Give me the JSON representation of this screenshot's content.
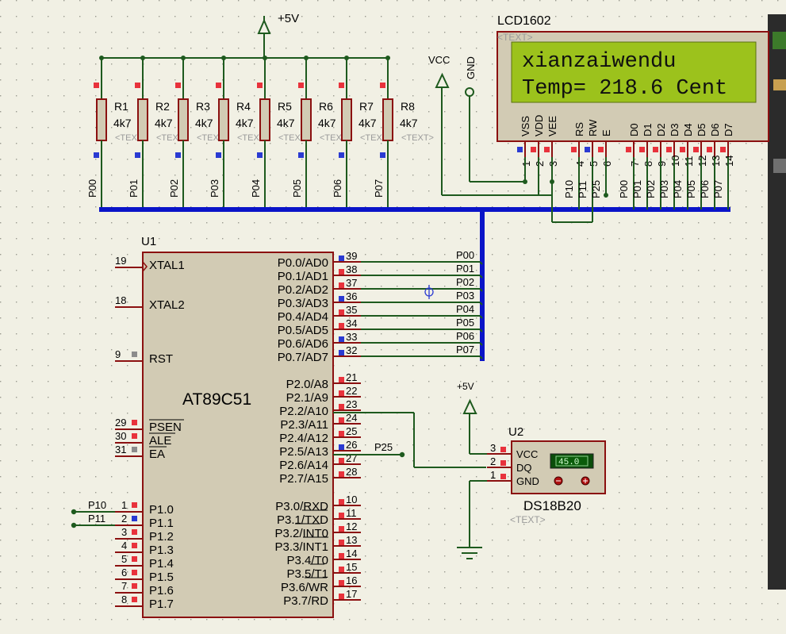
{
  "supply": {
    "plus5v_top": "+5V",
    "plus5v_sensor": "+5V",
    "vcc": "VCC",
    "gnd": "GND"
  },
  "resistors": [
    {
      "name": "R1",
      "value": "4k7",
      "text": "<TEXT>",
      "net": "P00"
    },
    {
      "name": "R2",
      "value": "4k7",
      "text": "<TEXT>",
      "net": "P01"
    },
    {
      "name": "R3",
      "value": "4k7",
      "text": "<TEXT>",
      "net": "P02"
    },
    {
      "name": "R4",
      "value": "4k7",
      "text": "<TEXT>",
      "net": "P03"
    },
    {
      "name": "R5",
      "value": "4k7",
      "text": "<TEXT>",
      "net": "P04"
    },
    {
      "name": "R6",
      "value": "4k7",
      "text": "<TEXT>",
      "net": "P05"
    },
    {
      "name": "R7",
      "value": "4k7",
      "text": "<TEXT>",
      "net": "P06"
    },
    {
      "name": "R8",
      "value": "4k7",
      "text": "<TEXT>",
      "net": "P07"
    }
  ],
  "lcd": {
    "name": "LCD1602",
    "text": "<TEXT>",
    "line1": "xianzaiwendu",
    "line2": "Temp= 218.6 Cent",
    "pins": [
      "VSS",
      "VDD",
      "VEE",
      "RS",
      "RW",
      "E",
      "D0",
      "D1",
      "D2",
      "D3",
      "D4",
      "D5",
      "D6",
      "D7"
    ],
    "pin_numbers": [
      "1",
      "2",
      "3",
      "4",
      "5",
      "6",
      "7",
      "8",
      "9",
      "10",
      "11",
      "12",
      "13",
      "14"
    ],
    "nets": [
      "P10",
      "P11",
      "P25",
      "P00",
      "P01",
      "P02",
      "P03",
      "P04",
      "P05",
      "P06",
      "P07"
    ]
  },
  "mcu": {
    "ref": "U1",
    "part": "AT89C51",
    "left_pins": [
      {
        "num": "19",
        "name": "XTAL1"
      },
      {
        "num": "18",
        "name": "XTAL2"
      },
      {
        "num": "9",
        "name": "RST"
      },
      {
        "num": "29",
        "name": "PSEN"
      },
      {
        "num": "30",
        "name": "ALE"
      },
      {
        "num": "31",
        "name": "EA"
      },
      {
        "num": "1",
        "name": "P1.0"
      },
      {
        "num": "2",
        "name": "P1.1"
      },
      {
        "num": "3",
        "name": "P1.2"
      },
      {
        "num": "4",
        "name": "P1.3"
      },
      {
        "num": "5",
        "name": "P1.4"
      },
      {
        "num": "6",
        "name": "P1.5"
      },
      {
        "num": "7",
        "name": "P1.6"
      },
      {
        "num": "8",
        "name": "P1.7"
      }
    ],
    "right_pins": [
      {
        "num": "39",
        "name": "P0.0/AD0",
        "net": "P00"
      },
      {
        "num": "38",
        "name": "P0.1/AD1",
        "net": "P01"
      },
      {
        "num": "37",
        "name": "P0.2/AD2",
        "net": "P02"
      },
      {
        "num": "36",
        "name": "P0.3/AD3",
        "net": "P03"
      },
      {
        "num": "35",
        "name": "P0.4/AD4",
        "net": "P04"
      },
      {
        "num": "34",
        "name": "P0.5/AD5",
        "net": "P05"
      },
      {
        "num": "33",
        "name": "P0.6/AD6",
        "net": "P06"
      },
      {
        "num": "32",
        "name": "P0.7/AD7",
        "net": "P07"
      },
      {
        "num": "21",
        "name": "P2.0/A8"
      },
      {
        "num": "22",
        "name": "P2.1/A9"
      },
      {
        "num": "23",
        "name": "P2.2/A10"
      },
      {
        "num": "24",
        "name": "P2.3/A11"
      },
      {
        "num": "25",
        "name": "P2.4/A12"
      },
      {
        "num": "26",
        "name": "P2.5/A13",
        "net": "P25"
      },
      {
        "num": "27",
        "name": "P2.6/A14"
      },
      {
        "num": "28",
        "name": "P2.7/A15"
      },
      {
        "num": "10",
        "name": "P3.0/RXD"
      },
      {
        "num": "11",
        "name": "P3.1/TXD"
      },
      {
        "num": "12",
        "name": "P3.2/INT0"
      },
      {
        "num": "13",
        "name": "P3.3/INT1"
      },
      {
        "num": "14",
        "name": "P3.4/T0"
      },
      {
        "num": "15",
        "name": "P3.5/T1"
      },
      {
        "num": "16",
        "name": "P3.6/WR"
      },
      {
        "num": "17",
        "name": "P3.7/RD"
      }
    ],
    "p1_nets": [
      "P10",
      "P11"
    ]
  },
  "sensor": {
    "ref": "U2",
    "part": "DS18B20",
    "text": "<TEXT>",
    "reading": "45.0",
    "pins": [
      {
        "num": "3",
        "name": "VCC"
      },
      {
        "num": "2",
        "name": "DQ"
      },
      {
        "num": "1",
        "name": "GND"
      }
    ]
  },
  "colors": {
    "background": "#f1f0e4",
    "wire": "#1e5a1e",
    "bus": "#0a14c8",
    "component_outline": "#8b1010",
    "component_fill": "#d2cbb4",
    "lcd_screen": "#9cc21c",
    "pin_red": "#e8323c",
    "pin_blue": "#2a3ad2",
    "pin_gray": "#8c8c8c"
  }
}
